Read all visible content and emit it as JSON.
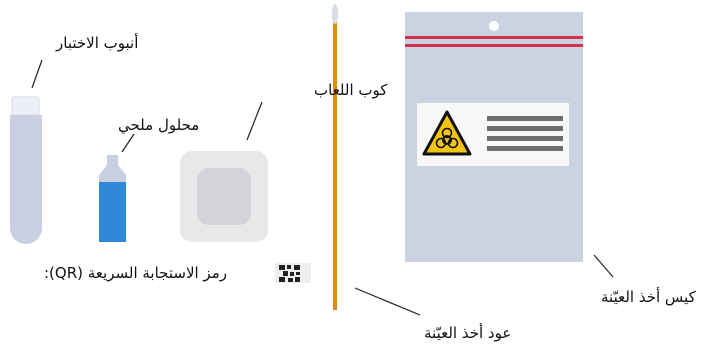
{
  "labels": {
    "test_tube": "أنبوب الاختبار",
    "saline": "محلول ملحي",
    "saliva_cup": "كوب اللعاب",
    "qr_code": "رمز الاستجابة السريعة (QR):",
    "swab": "عود أخذ العيّنة",
    "bag": "كيس أخذ العيّنة"
  },
  "colors": {
    "tube": "#c7cfe0",
    "tube_cap": "#eceff5",
    "saline_liquid": "#2f88d6",
    "saline_bottle": "#c7cfe0",
    "cup_outer": "#e7e8ea",
    "cup_inner": "#d2d4d8",
    "swab_stick": "#e58a12",
    "bag_body": "#cbd2e2",
    "bag_top_stripe": "#d2324a",
    "biohazard_yellow": "#f2c512",
    "text_lines": "#6e6e6e"
  },
  "icons": [
    "biohazard-icon",
    "qr-code-icon"
  ]
}
